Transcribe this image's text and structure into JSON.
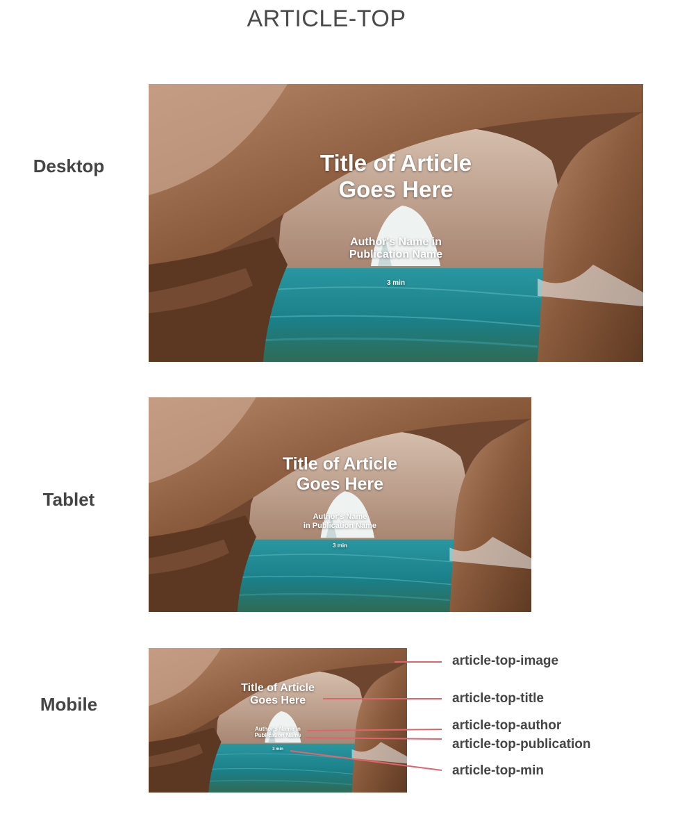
{
  "page_title": "ARTICLE-TOP",
  "colors": {
    "rock": "#8a5a3c",
    "water": "#1f8a94",
    "callout_line": "#e0646e",
    "label_text": "#444444"
  },
  "rows": {
    "desktop": {
      "label": "Desktop"
    },
    "tablet": {
      "label": "Tablet"
    },
    "mobile": {
      "label": "Mobile"
    }
  },
  "article": {
    "title_line1": "Title of Article",
    "title_line2": "Goes Here",
    "author_line1": "Author's Name in",
    "author_line2": "Publication Name",
    "tablet_author_line1": "Author's Name",
    "tablet_author_line2": "in Publication Name",
    "min": "3 min"
  },
  "callouts": [
    "article-top-image",
    "article-top-title",
    "article-top-author",
    "article-top-publication",
    "article-top-min"
  ]
}
